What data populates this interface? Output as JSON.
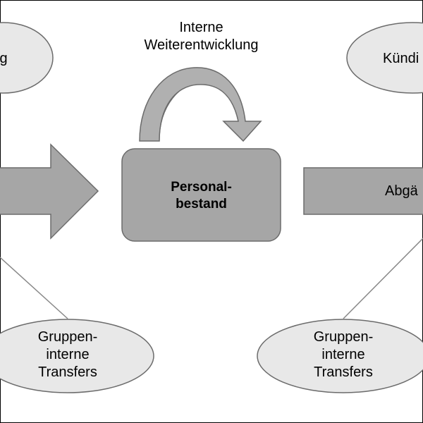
{
  "diagram": {
    "top_left_ellipse": "g",
    "top_right_ellipse": "Kündi",
    "internal_development": [
      "Interne",
      "Weiterentwicklung"
    ],
    "center_box": [
      "Personal-",
      "bestand"
    ],
    "right_arrow": "Abgä",
    "bottom_left_ellipse": [
      "Gruppen-",
      "interne",
      "Transfers"
    ],
    "bottom_right_ellipse": [
      "Gruppen-",
      "interne",
      "Transfers"
    ]
  },
  "colors": {
    "shape_fill": "#a6a6a6",
    "ellipse_fill": "#e8e8e8",
    "stroke": "#6b6b6b",
    "curved_arrow_dark": "#7f7f7f",
    "curved_arrow_light": "#b0b0b0"
  }
}
